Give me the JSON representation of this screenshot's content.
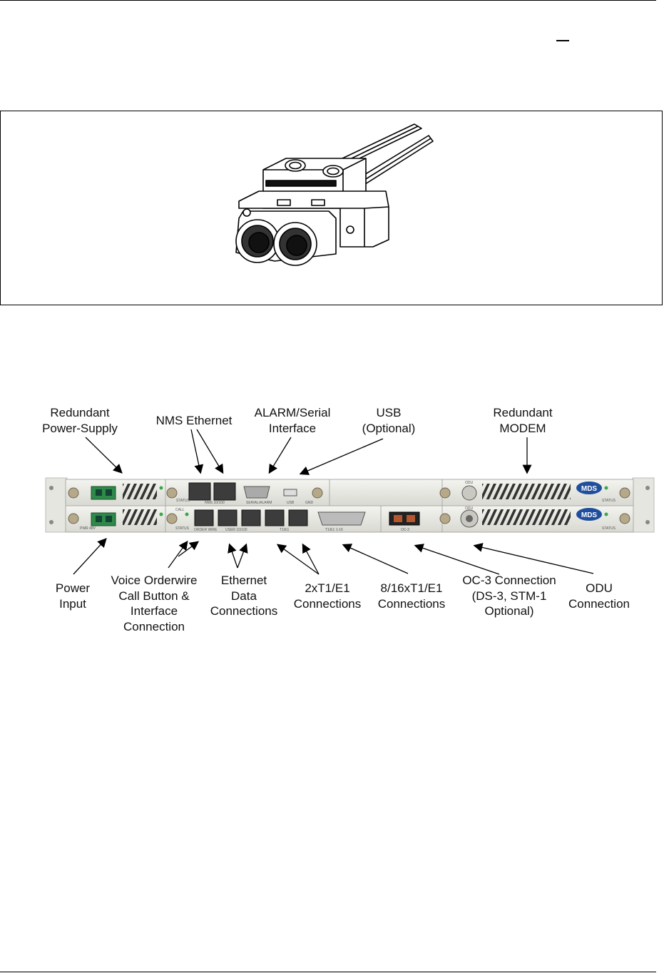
{
  "callouts_top": {
    "redundant_power_supply": "Redundant\nPower-Supply",
    "nms_ethernet": "NMS Ethernet",
    "alarm_serial": "ALARM/Serial\nInterface",
    "usb": "USB\n(Optional)",
    "redundant_modem": "Redundant\nMODEM"
  },
  "callouts_bottom": {
    "power_input": "Power\nInput",
    "voice_orderwire": "Voice Orderwire\nCall Button &\nInterface\nConnection",
    "ethernet_data": "Ethernet\nData\nConnections",
    "t1e1_2x": "2xT1/E1\nConnections",
    "t1e1_816": "8/16xT1/E1\nConnections",
    "oc3": "OC-3 Connection\n(DS-3, STM-1\nOptional)",
    "odu": "ODU\nConnection"
  },
  "panel_labels": {
    "brand": "MDS",
    "status": "STATUS",
    "nms": "NMS 10/100",
    "serial_alarm": "SERIAL/ALARM",
    "usb": "USB",
    "gnd": "GND",
    "odu": "ODU",
    "order_wire": "ORDER WIRE",
    "user": "USER 10/100",
    "t1e1": "T1/E1",
    "t1e1_116": "T1/E1 1-16",
    "oc3": "OC-3",
    "call": "CALL",
    "power": "PWR 48V"
  }
}
